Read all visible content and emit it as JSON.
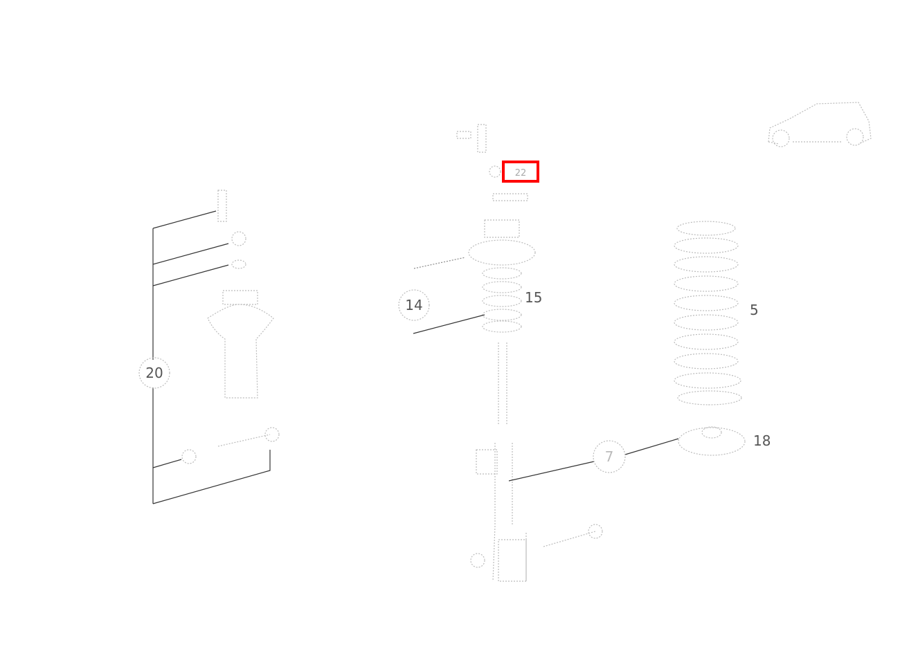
{
  "diagram": {
    "labels": {
      "l14": "14",
      "l15": "15",
      "l5": "5",
      "l18": "18",
      "l20": "20",
      "l7": "7",
      "l22": "22"
    },
    "highlight_color": "#ff0000"
  }
}
